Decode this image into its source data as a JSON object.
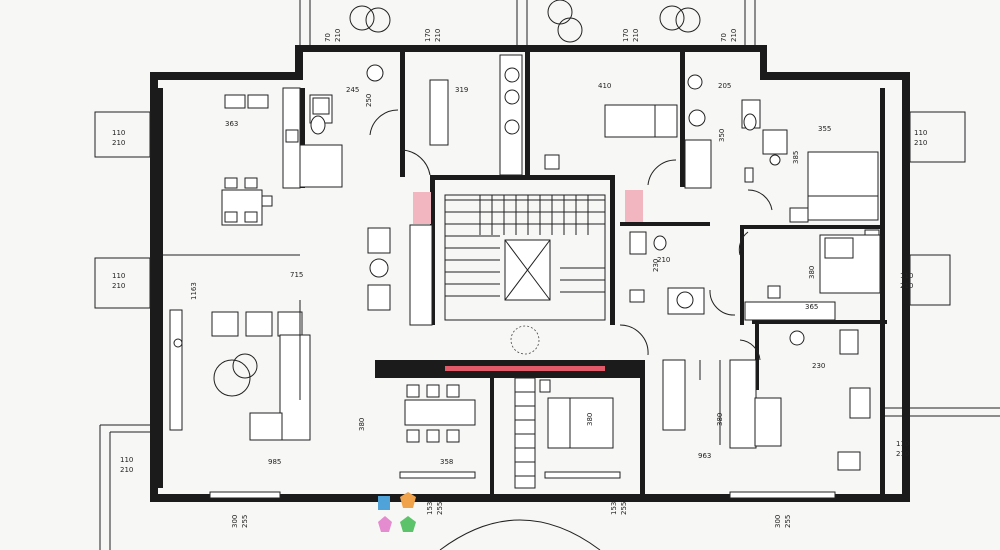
{
  "dimensions": {
    "kitchen_width": "363",
    "bath1_width": "245",
    "bath1_height": "250",
    "hall_width": "319",
    "room_top_width": "410",
    "bath2_width": "205",
    "bath2_height": "350",
    "bedroom_width": "355",
    "bedroom_height": "385",
    "living_width": "715",
    "living_height": "1163",
    "bath3_width": "210",
    "bath3_height": "230",
    "bedroom2_height": "380",
    "bedroom2_width": "365",
    "bath4_width": "230",
    "dining_height": "380",
    "bottom_left_width": "985",
    "dining_width": "358",
    "bedroom3_height": "380",
    "bottom_right_width": "963",
    "bedroom3_side": "380",
    "window_left_top": "110",
    "window_left_bottom": "210",
    "window_right_top": "110",
    "window_right_bottom": "210",
    "top_w1": "70",
    "top_w1b": "210",
    "top_w2": "170",
    "top_w2b": "210",
    "top_w3": "170",
    "top_w3b": "210",
    "top_w4": "70",
    "top_w4b": "210",
    "bot_w1": "300",
    "bot_w1b": "255",
    "bot_w2": "153",
    "bot_w2b": "255",
    "bot_w3": "300",
    "bot_w3b": "255"
  },
  "colors": {
    "wall": "#1b1b1b",
    "accent_red": "#e05a6a",
    "logo_blue": "#4fa3d9",
    "logo_orange": "#f0a34a",
    "logo_pink": "#e58bd0",
    "logo_green": "#5cc36a"
  }
}
